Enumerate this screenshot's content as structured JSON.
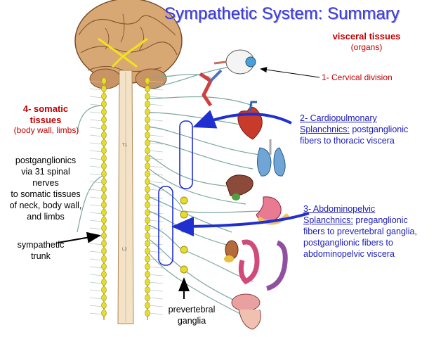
{
  "title": "Sympathetic System: Summary",
  "visceral": {
    "line1": "visceral tissues",
    "line2": "(organs)"
  },
  "cervical": "1- Cervical division",
  "cardio": {
    "head": "2- Cardiopulmonary",
    "link": "Splanchnics:",
    "rest1": " postganglionic",
    "rest2": "fibers to thoracic viscera"
  },
  "abdomino": {
    "head": "3- Abdominopelvic",
    "link": "Splanchnics:",
    "rest1": " preganglionic",
    "rest2": "fibers to prevertebral ganglia,",
    "rest3": "postganglionic fibers to",
    "rest4": "abdominopelvic viscera"
  },
  "somatic": {
    "line1": "4- somatic",
    "line2": "tissues",
    "line3": "(body wall, limbs)"
  },
  "postgang": [
    "postganglionics",
    "via 31 spinal",
    "nerves",
    "to somatic tissues",
    "of neck, body wall,",
    "and limbs"
  ],
  "trunk": [
    "sympathetic",
    "trunk"
  ],
  "prevertebral": [
    "prevertebral",
    "ganglia"
  ],
  "spinal_labels": {
    "t1": "T1",
    "l2": "L2"
  },
  "colors": {
    "title": "#3b3bd6",
    "red_text": "#c00000",
    "blue_text": "#1b1bb8",
    "nerve": "#7aa6a0",
    "ganglion": "#e6dd2a",
    "arrow_blue": "#1f2fd0",
    "brain": "#d8a874"
  }
}
